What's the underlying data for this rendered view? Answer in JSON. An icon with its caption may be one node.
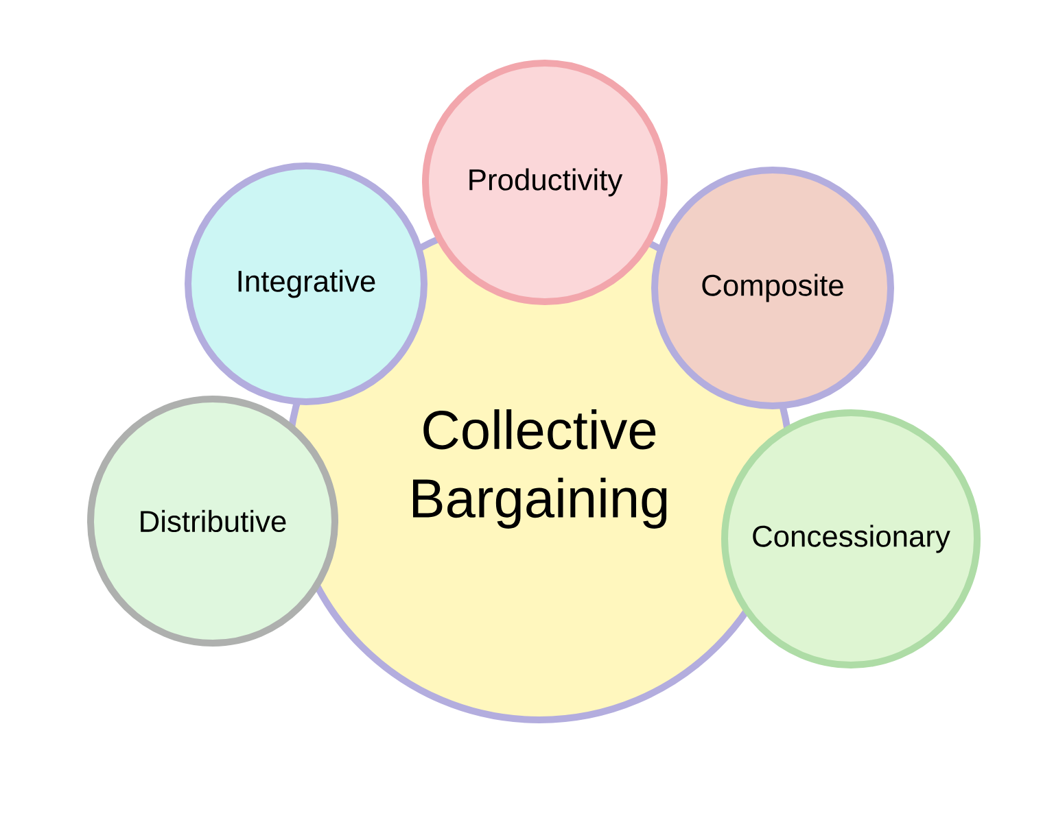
{
  "diagram": {
    "nodes": [
      {
        "text": [
          "Collective Bargaining"
        ]
      },
      {
        "text": [
          "Productivity"
        ]
      },
      {
        "text": [
          "Integrative"
        ]
      },
      {
        "text": [
          "Composite"
        ]
      },
      {
        "text": [
          "Distributive"
        ]
      },
      {
        "text": [
          "Concessionary"
        ]
      }
    ]
  }
}
